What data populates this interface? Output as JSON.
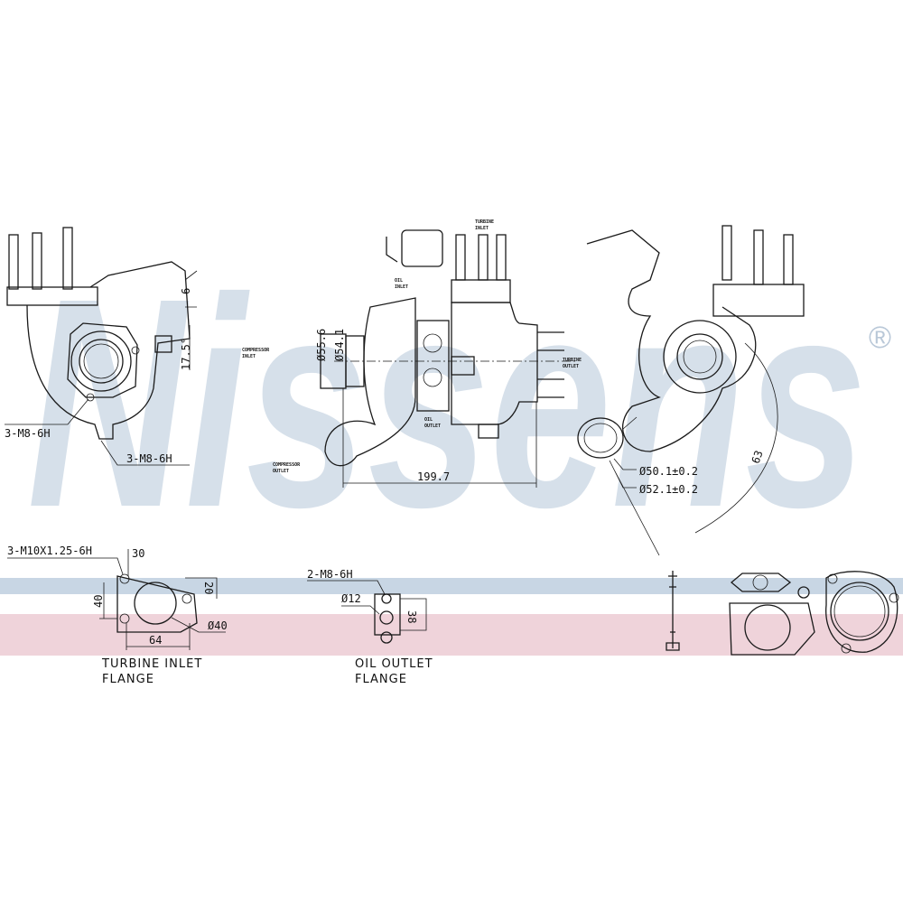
{
  "watermark": {
    "brand": "Nissens",
    "registered": "®",
    "color": "#c9d6e3"
  },
  "bands": {
    "blue": "#c8d6e4",
    "pink": "#efd3da"
  },
  "left_view": {
    "dim_6": "6",
    "angle": "17.5°",
    "thread_a": "3-M8-6H",
    "thread_b": "3-M8-6H"
  },
  "center_view": {
    "compressor_inlet": [
      "COMPRESSOR",
      "INLET"
    ],
    "compressor_outlet": [
      "COMPRESSOR",
      "OUTLET"
    ],
    "turbine_inlet": [
      "TURBINE",
      "INLET"
    ],
    "turbine_outlet": [
      "TURBINE",
      "OUTLET"
    ],
    "oil_inlet": [
      "OIL",
      "INLET"
    ],
    "oil_outlet": [
      "OIL",
      "OUTLET"
    ],
    "dia_outer": "Ø55.6",
    "dia_inner": "Ø54.1",
    "length": "199.7"
  },
  "right_view": {
    "dia_a": "Ø50.1±0.2",
    "dia_b": "Ø52.1±0.2",
    "dim_63": "63"
  },
  "turbine_flange": {
    "thread": "3-M10X1.25-6H",
    "dim_30": "30",
    "dim_40": "40",
    "dim_20": "20",
    "dia": "Ø40",
    "dim_64": "64",
    "title": [
      "TURBINE  INLET",
      "FLANGE"
    ]
  },
  "oil_flange": {
    "thread": "2-M8-6H",
    "dia": "Ø12",
    "dim_38": "38",
    "title": [
      "OIL  OUTLET",
      "FLANGE"
    ]
  }
}
